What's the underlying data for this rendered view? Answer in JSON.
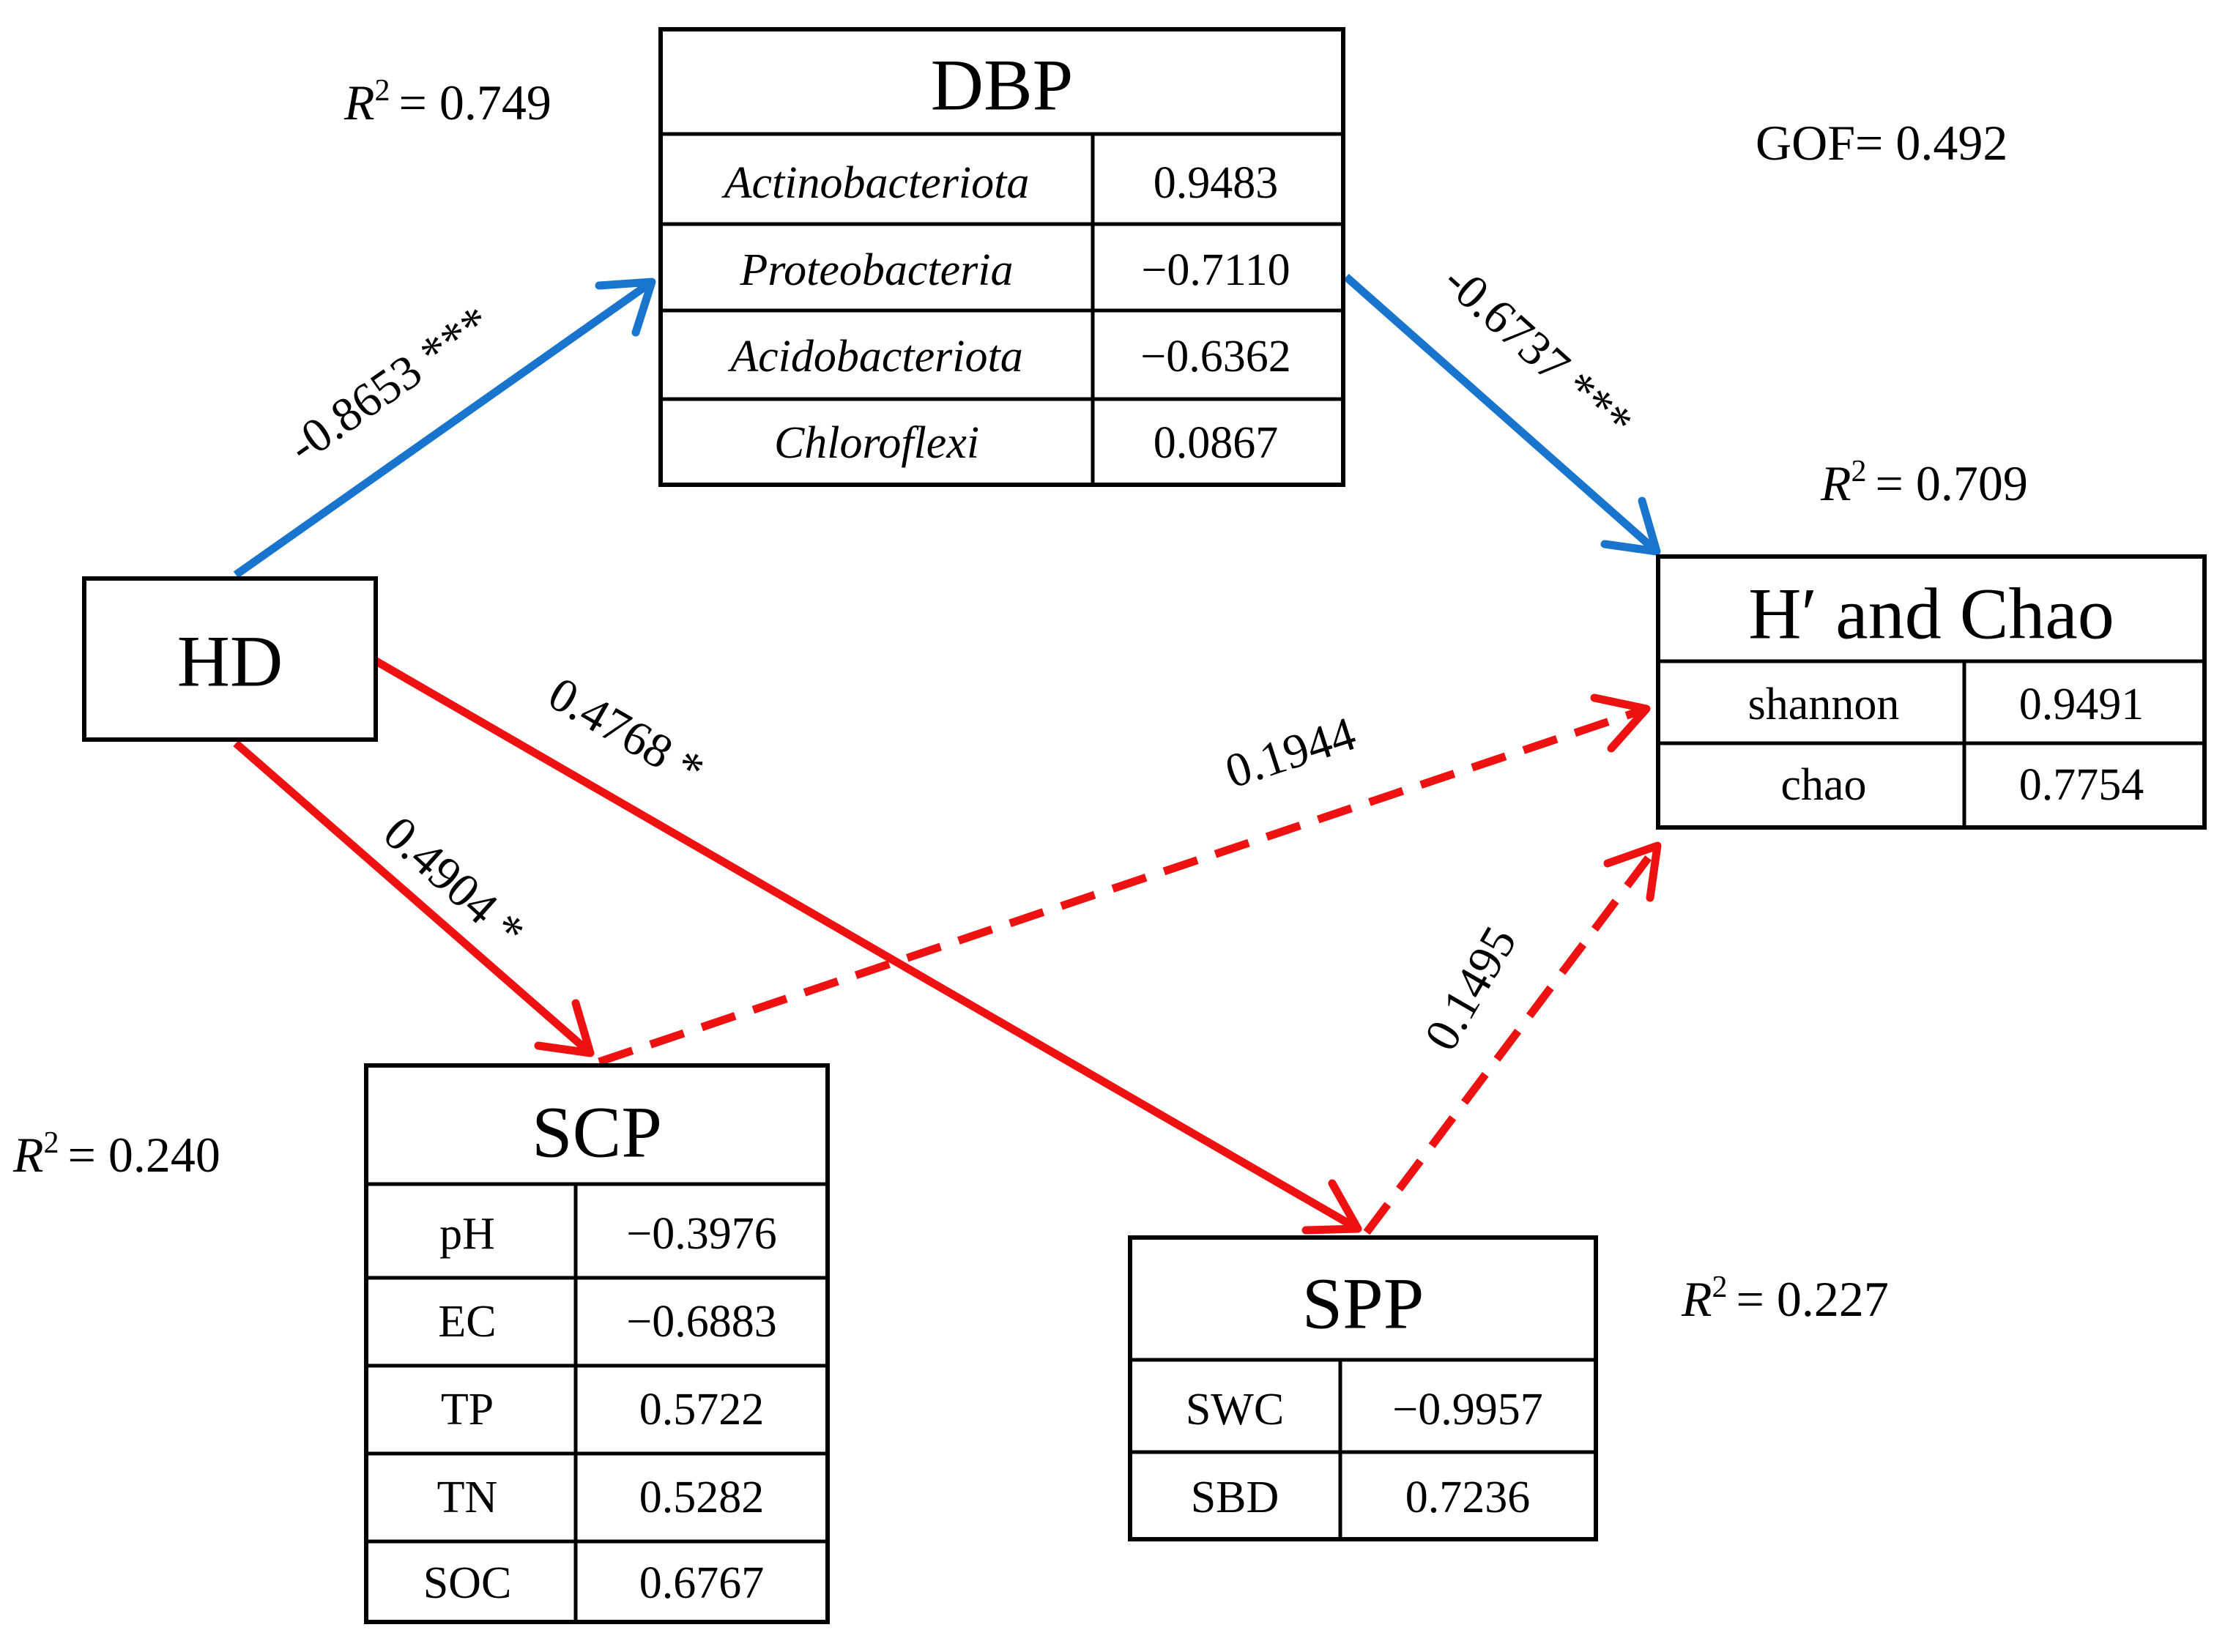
{
  "colors": {
    "positive": "#ee1111",
    "negative": "#1874cd",
    "border": "#000000"
  },
  "nodes": {
    "dbp": {
      "title": "DBP",
      "r2": "= 0.749",
      "rows": [
        {
          "name": "Actinobacteriota",
          "value": "0.9483"
        },
        {
          "name": "Proteobacteria",
          "value": "−0.7110"
        },
        {
          "name": "Acidobacteriota",
          "value": "−0.6362"
        },
        {
          "name": "Chloroflexi",
          "value": "0.0867"
        }
      ]
    },
    "hd": {
      "title": "HD"
    },
    "hchao": {
      "title": "H′ and Chao",
      "r2": "= 0.709",
      "rows": [
        {
          "name": "shannon",
          "value": "0.9491"
        },
        {
          "name": "chao",
          "value": "0.7754"
        }
      ]
    },
    "scp": {
      "title": "SCP",
      "r2": "= 0.240",
      "rows": [
        {
          "name": "pH",
          "value": "−0.3976"
        },
        {
          "name": "EC",
          "value": "−0.6883"
        },
        {
          "name": "TP",
          "value": "0.5722"
        },
        {
          "name": "TN",
          "value": "0.5282"
        },
        {
          "name": "SOC",
          "value": "0.6767"
        }
      ]
    },
    "spp": {
      "title": "SPP",
      "r2": "= 0.227",
      "rows": [
        {
          "name": "SWC",
          "value": "−0.9957"
        },
        {
          "name": "SBD",
          "value": "0.7236"
        }
      ]
    }
  },
  "r2_symbol": "R",
  "r2_sup": "2",
  "gof": "GOF= 0.492",
  "paths": [
    {
      "from": "HD",
      "to": "DBP",
      "coefficient": -0.8653,
      "label": "-0.8653 ***",
      "style": "solid",
      "sign": "negative"
    },
    {
      "from": "DBP",
      "to": "H′ and Chao",
      "coefficient": -0.6737,
      "label": "-0.6737 ***",
      "style": "solid",
      "sign": "negative"
    },
    {
      "from": "HD",
      "to": "SCP",
      "coefficient": 0.4904,
      "label": "0.4904 *",
      "style": "solid",
      "sign": "positive"
    },
    {
      "from": "HD",
      "to": "SPP",
      "coefficient": 0.4768,
      "label": "0.4768 *",
      "style": "solid",
      "sign": "positive"
    },
    {
      "from": "SCP",
      "to": "H′ and Chao",
      "coefficient": 0.1944,
      "label": "0.1944",
      "style": "dashed",
      "sign": "positive"
    },
    {
      "from": "SPP",
      "to": "H′ and Chao",
      "coefficient": 0.1495,
      "label": "0.1495",
      "style": "dashed",
      "sign": "positive"
    }
  ]
}
